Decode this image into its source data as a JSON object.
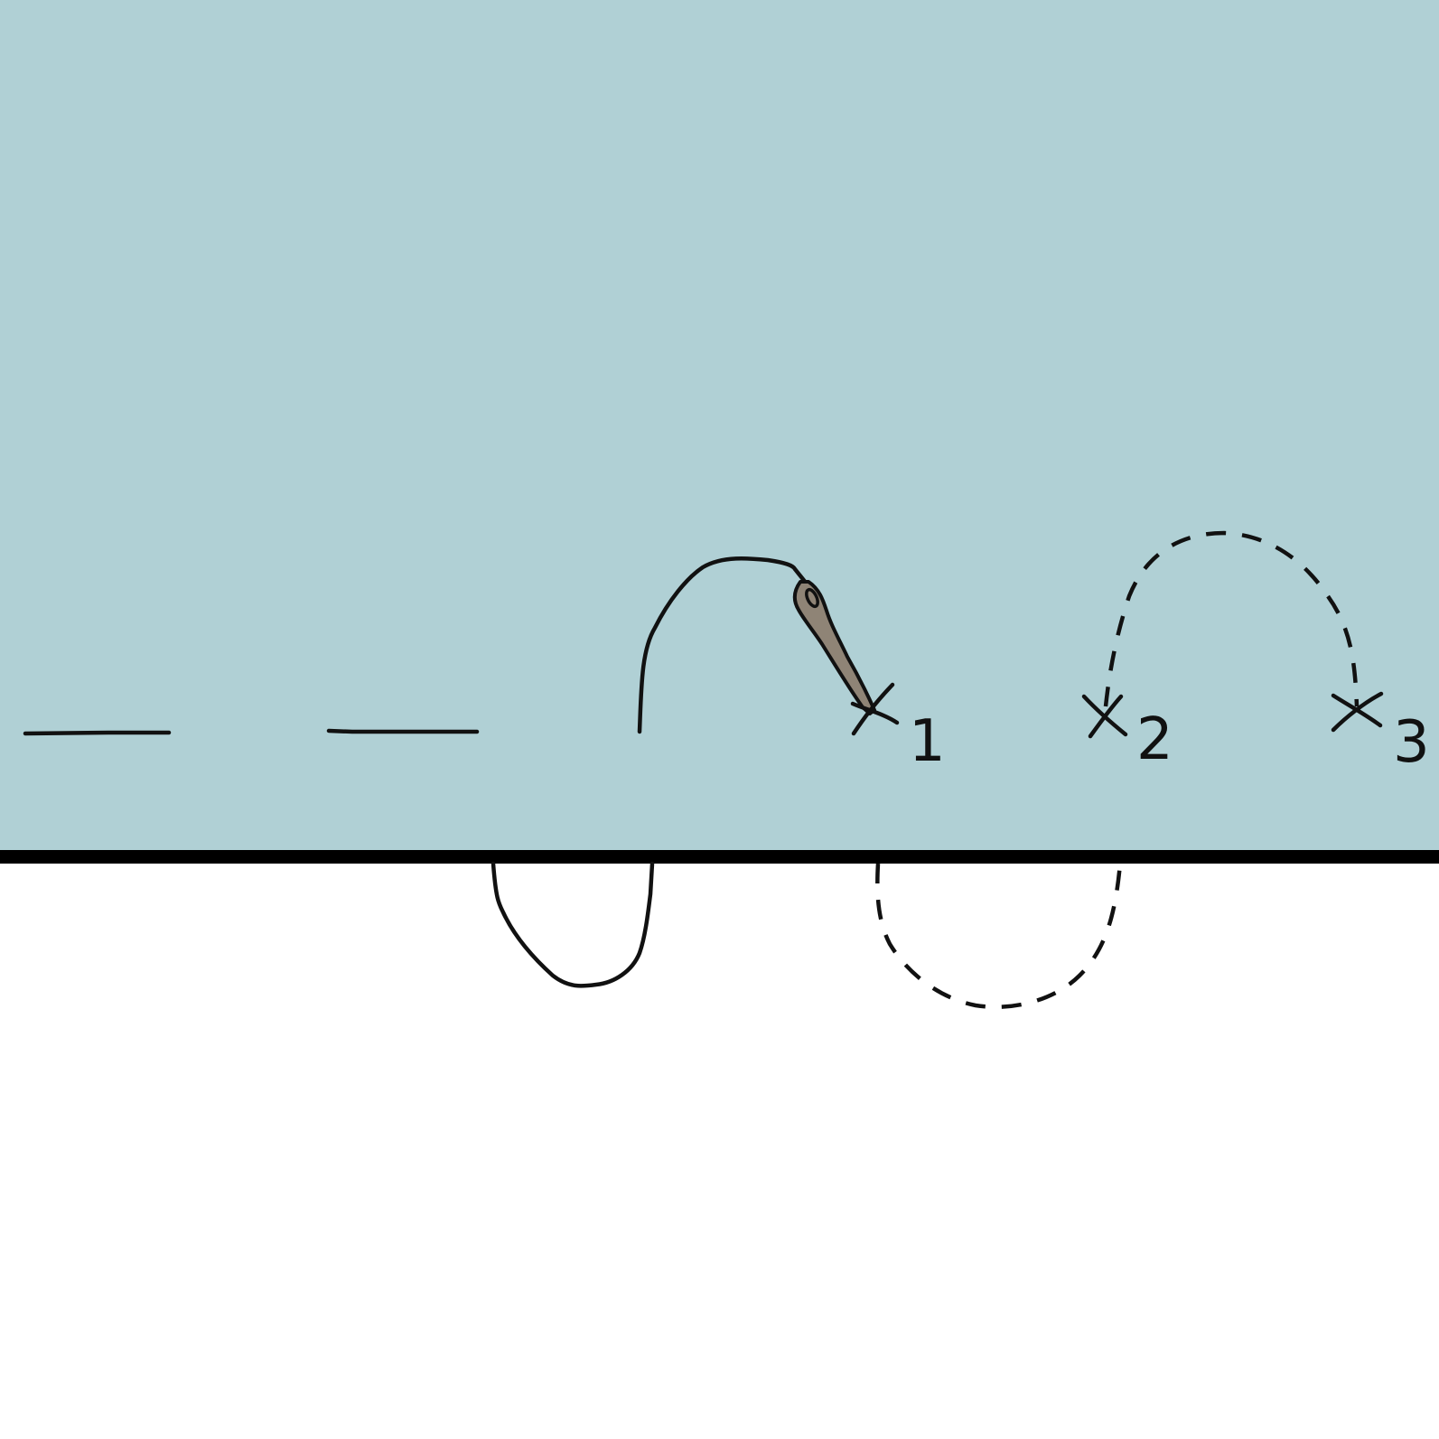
{
  "colors": {
    "fabric": "#b0d0d5",
    "edge": "#000000",
    "background": "#ffffff",
    "thread": "#111111",
    "needle": "#8f8476"
  },
  "step_labels": [
    "1",
    "2",
    "3"
  ],
  "icons": {
    "needle": "sewing-needle-icon",
    "entry_point": "cross-mark-icon"
  }
}
